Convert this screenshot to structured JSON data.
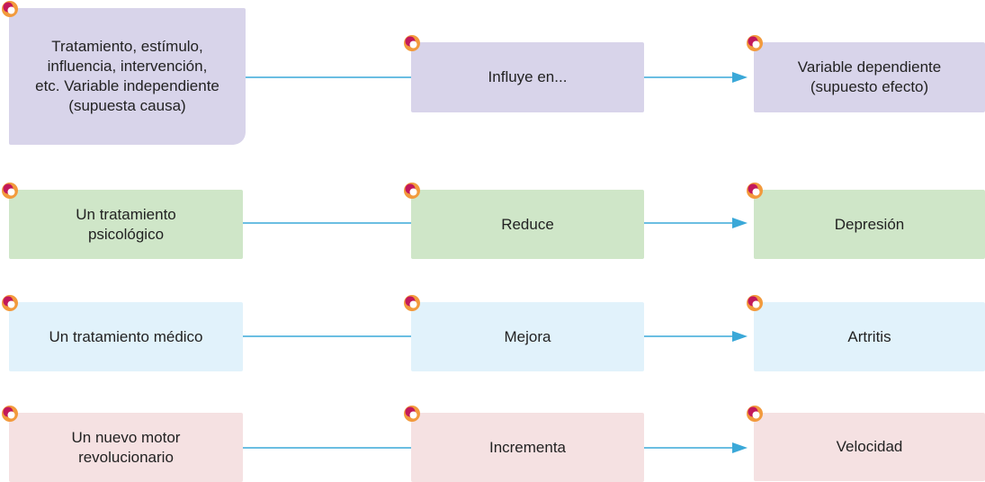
{
  "colors": {
    "purple": "#d8d4ea",
    "green": "#cfe6c8",
    "blue": "#e1f2fb",
    "pink": "#f5e1e2",
    "connector": "#3aa8d8",
    "badge_orange": "#f29a3c",
    "badge_magenta": "#c2185b"
  },
  "rows": [
    {
      "color": "purple",
      "cause": "Tratamiento, estímulo,\ninfluencia, intervención,\netc. Variable independiente\n(supuesta causa)",
      "relation": "Influye en...",
      "effect": "Variable dependiente\n(supuesto efecto)"
    },
    {
      "color": "green",
      "cause": "Un tratamiento\npsicológico",
      "relation": "Reduce",
      "effect": "Depresión"
    },
    {
      "color": "blue",
      "cause": "Un tratamiento médico",
      "relation": "Mejora",
      "effect": "Artritis"
    },
    {
      "color": "pink",
      "cause": "Un nuevo motor\nrevolucionario",
      "relation": "Incrementa",
      "effect": "Velocidad"
    }
  ]
}
